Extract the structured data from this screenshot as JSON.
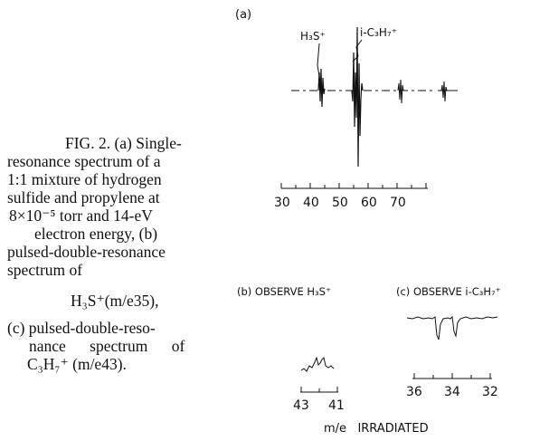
{
  "caption": {
    "lines": [
      "FIG. 2. (a) Single-",
      "resonance spectrum of a",
      "1:1 mixture of hydrogen",
      "sulfide and propylene at",
      "8×10⁻⁵ torr and 14-eV",
      "electron energy, (b)",
      "pulsed-double-resonance",
      "spectrum of",
      "H₃S⁺(m/e35),",
      "(c) pulsed-double-reso-",
      "nance spectrum of",
      "C₃H₇⁺ (m/e43)."
    ]
  },
  "panel_a": {
    "label": "(a)",
    "peak_label_1": "H₃S⁺",
    "peak_label_2": "i-C₃H₇⁺",
    "axis_ticks": [
      "30",
      "40",
      "50",
      "60",
      "70"
    ]
  },
  "panel_b": {
    "label": "(b) OBSERVE H₃S⁺",
    "axis_ticks": [
      "43",
      "41"
    ]
  },
  "panel_c": {
    "label": "(c) OBSERVE i-C₃H₇⁺",
    "axis_ticks": [
      "36",
      "34",
      "32"
    ]
  },
  "xlabel": "m/e   IRRADIATED"
}
